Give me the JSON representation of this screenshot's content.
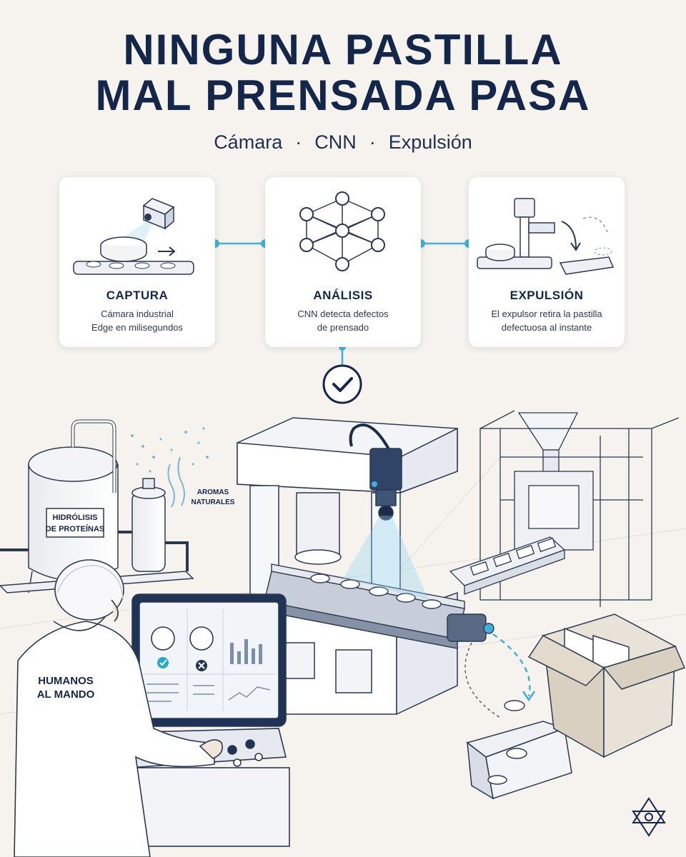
{
  "title": {
    "line1": "NINGUNA PASTILLA",
    "line2": "MAL PRENSADA PASA"
  },
  "subtitle": {
    "step1": "Cámara",
    "sep": "·",
    "step2": "CNN",
    "step3": "Expulsión"
  },
  "cards": [
    {
      "title": "CAPTURA",
      "line1": "Cámara industrial",
      "line2": "Edge en milisegundos"
    },
    {
      "title": "ANÁLISIS",
      "line1": "CNN detecta defectos",
      "line2": "de prensado"
    },
    {
      "title": "EXPULSIÓN",
      "line1": "El expulsor retira la pastilla",
      "line2": "defectuosa al instante"
    }
  ],
  "scene": {
    "tank_label_1": "HIDRÓLISIS",
    "tank_label_2": "DE PROTEÍNAS",
    "aromas_1": "AROMAS",
    "aromas_2": "NATURALES",
    "worker_1": "HUMANOS",
    "worker_2": "AL MANDO"
  },
  "colors": {
    "navy": "#14264a",
    "accent": "#3fb1dc",
    "card": "#ffffff",
    "background": "#f6f3ee",
    "ok": "#29a7c9"
  }
}
